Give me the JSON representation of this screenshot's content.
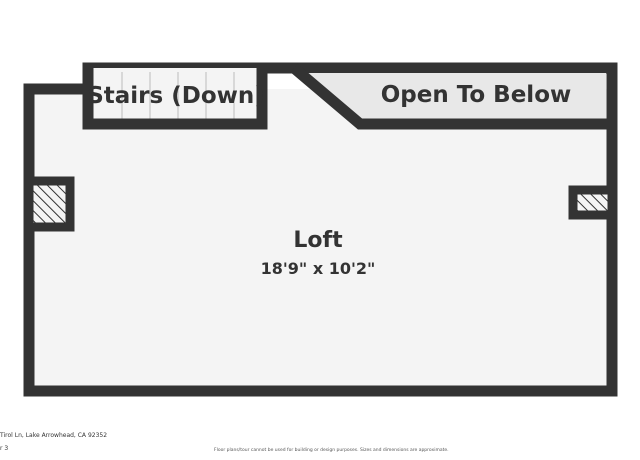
{
  "floorplan": {
    "rooms": [
      {
        "name": "Loft",
        "dimensions": "18'9\" x 10'2\""
      }
    ],
    "labels": {
      "stairs": "Stairs (Down)",
      "open_to_below": "Open To Below"
    },
    "footer": {
      "address": "Tirol Ln, Lake Arrowhead, CA 92352",
      "floor": "r 3",
      "disclaimer": "Floor plans/tour cannot be used for building or design purposes. Sizes and dimensions are approximate."
    },
    "colors": {
      "wall": "#333333",
      "floor": "#f4f4f4",
      "background": "#ffffff"
    }
  }
}
